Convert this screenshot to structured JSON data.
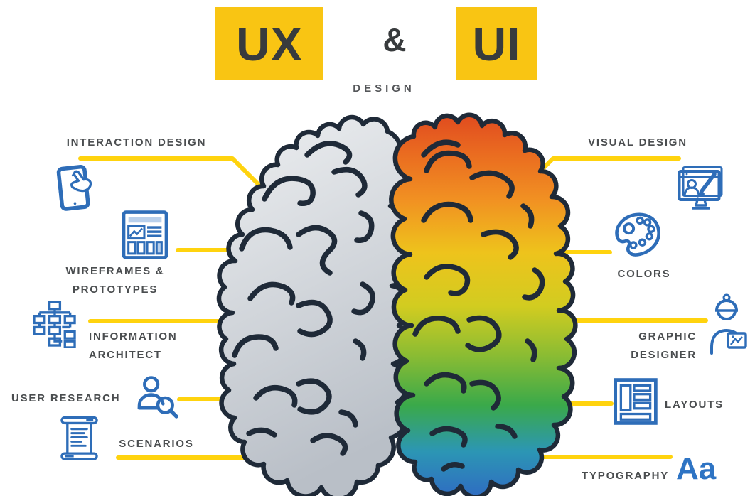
{
  "title": {
    "ux": "UX",
    "amp": "&",
    "ui": "UI",
    "subtitle": "DESIGN"
  },
  "left_items": [
    {
      "label": "INTERACTION DESIGN",
      "icon": "tablet-touch-icon"
    },
    {
      "label_line1": "WIREFRAMES &",
      "label_line2": "PROTOTYPES",
      "icon": "wireframe-browser-icon"
    },
    {
      "label_line1": "INFORMATION",
      "label_line2": "ARCHITECT",
      "icon": "sitemap-icon"
    },
    {
      "label": "USER RESEARCH",
      "icon": "user-search-icon"
    },
    {
      "label": "SCENARIOS",
      "icon": "scroll-icon"
    }
  ],
  "right_items": [
    {
      "label": "VISUAL DESIGN",
      "icon": "monitor-art-icon"
    },
    {
      "label": "COLORS",
      "icon": "palette-icon"
    },
    {
      "label_line1": "GRAPHIC",
      "label_line2": "DESIGNER",
      "icon": "designer-person-icon"
    },
    {
      "label": "LAYOUTS",
      "icon": "layout-grid-icon"
    },
    {
      "label": "TYPOGRAPHY",
      "icon": "typography-sample",
      "sample": "Aa"
    }
  ],
  "colors": {
    "accent_yellow_box": "#F9C513",
    "accent_yellow_line": "#FFD30E",
    "icon_blue": "#2E6DB8",
    "text_dark": "#4A4D4F",
    "title_dark": "#383B3D",
    "brain_outline": "#1F2A38",
    "brain_left_gray_top": "#EDEFF1",
    "brain_left_gray_bottom": "#B9BFC7",
    "brain_right_top": "#E04B1F",
    "brain_right_orange": "#F19022",
    "brain_right_yellow": "#EEC31C",
    "brain_right_green": "#3AA94A",
    "brain_right_blue": "#2F6CC2"
  }
}
